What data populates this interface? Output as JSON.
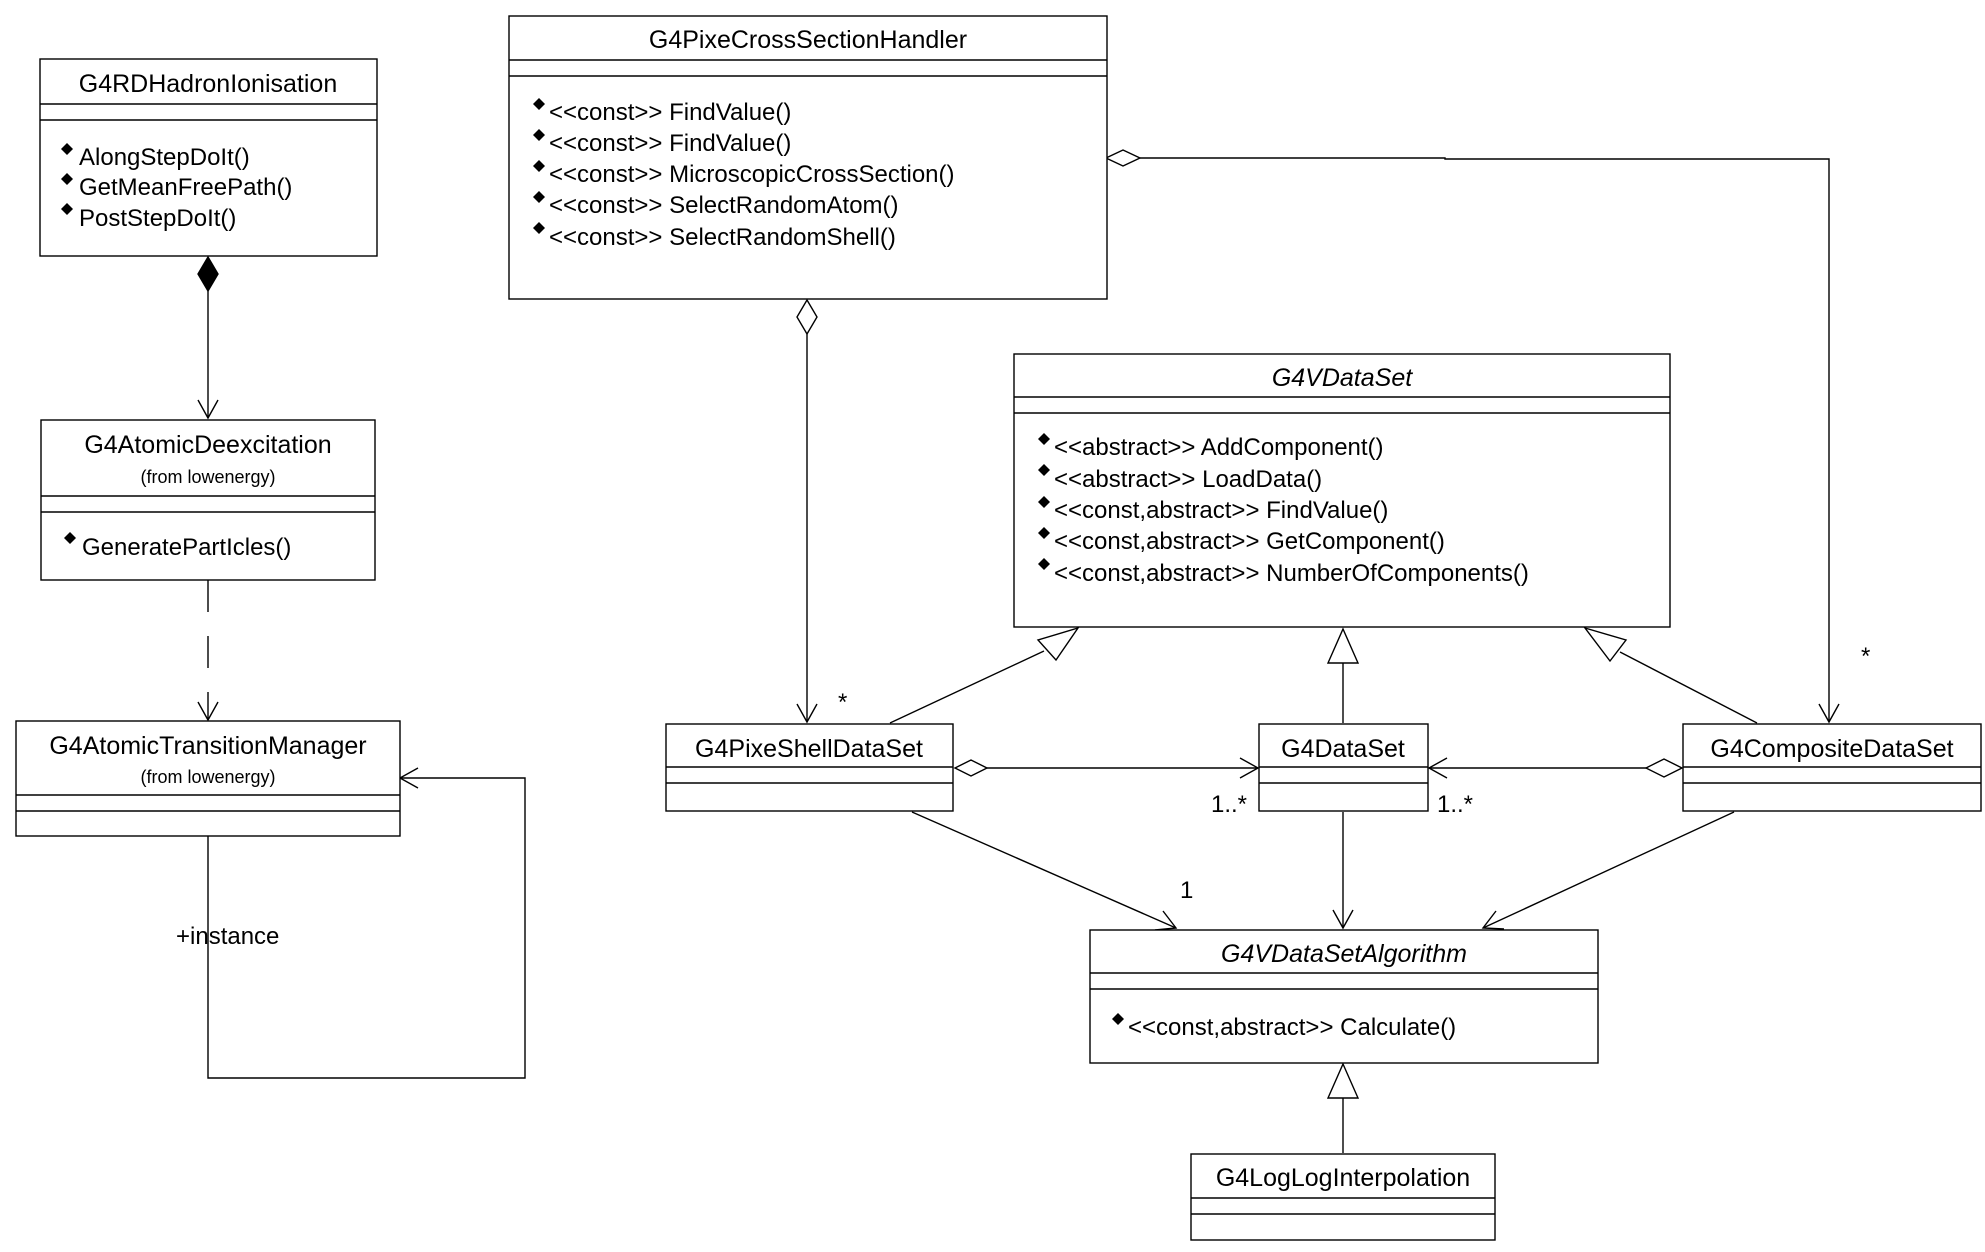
{
  "classes": {
    "hadron_ionisation": {
      "name": "G4RDHadronIonisation",
      "ops": [
        "AlongStepDoIt()",
        "GetMeanFreePath()",
        "PostStepDoIt()"
      ]
    },
    "atomic_deexcitation": {
      "name": "G4AtomicDeexcitation",
      "package": "(from lowenergy)",
      "ops": [
        "GeneratePartIcles()"
      ]
    },
    "atomic_transition_manager": {
      "name": "G4AtomicTransitionManager",
      "package": "(from lowenergy)"
    },
    "cross_section_handler": {
      "name": "G4PixeCrossSectionHandler",
      "ops": [
        "<<const>> FindValue()",
        "<<const>> FindValue()",
        "<<const>> MicroscopicCrossSection()",
        "<<const>> SelectRandomAtom()",
        "<<const>> SelectRandomShell()"
      ]
    },
    "vdataset": {
      "name": "G4VDataSet",
      "ops": [
        "<<abstract>> AddComponent()",
        "<<abstract>> LoadData()",
        "<<const,abstract>> FindValue()",
        "<<const,abstract>> GetComponent()",
        "<<const,abstract>> NumberOfComponents()"
      ]
    },
    "pixe_shell_dataset": {
      "name": "G4PixeShellDataSet"
    },
    "dataset": {
      "name": "G4DataSet"
    },
    "composite_dataset": {
      "name": "G4CompositeDataSet"
    },
    "vdataset_algorithm": {
      "name": "G4VDataSetAlgorithm",
      "ops": [
        "<<const,abstract>> Calculate()"
      ]
    },
    "loglog_interpolation": {
      "name": "G4LogLogInterpolation"
    }
  },
  "labels": {
    "instance": "+instance",
    "mult_star_shell": "*",
    "mult_star_composite": "*",
    "mult_one": "1",
    "mult_1n_left": "1..*",
    "mult_1n_right": "1..*"
  }
}
